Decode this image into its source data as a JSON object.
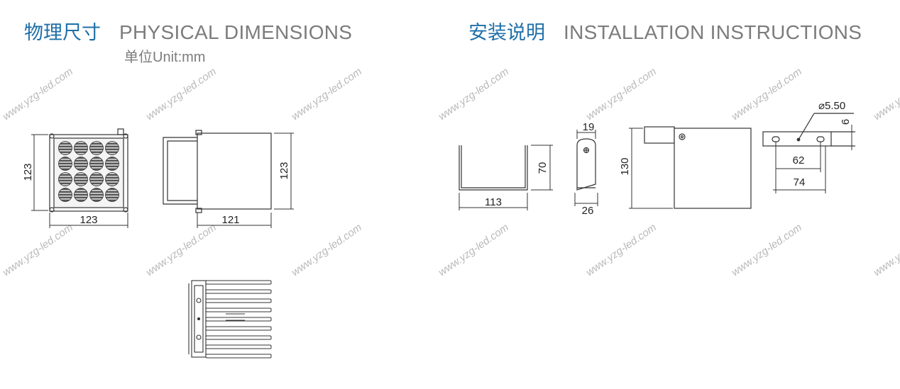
{
  "physical": {
    "title_cn": "物理尺寸",
    "title_en": "PHYSICAL DIMENSIONS",
    "unit": "单位Unit:mm",
    "front_width": "123",
    "front_height": "123",
    "side_depth": "121",
    "side_height": "123"
  },
  "installation": {
    "title_cn": "安装说明",
    "title_en": "INSTALLATION INSTRUCTIONS",
    "bracket_width": "113",
    "bracket_height": "70",
    "ear_top": "19",
    "ear_bottom": "26",
    "fixture_height": "130",
    "hole_diameter": "⌀5.50",
    "plate_thickness": "6",
    "hole_spacing": "62",
    "plate_length": "74"
  },
  "watermark": "www.yzg-led.com",
  "colors": {
    "heading_cn": "#1f6fa8",
    "heading_en": "#7c7c7c",
    "line": "#333333",
    "watermark": "#b9b9b9"
  }
}
